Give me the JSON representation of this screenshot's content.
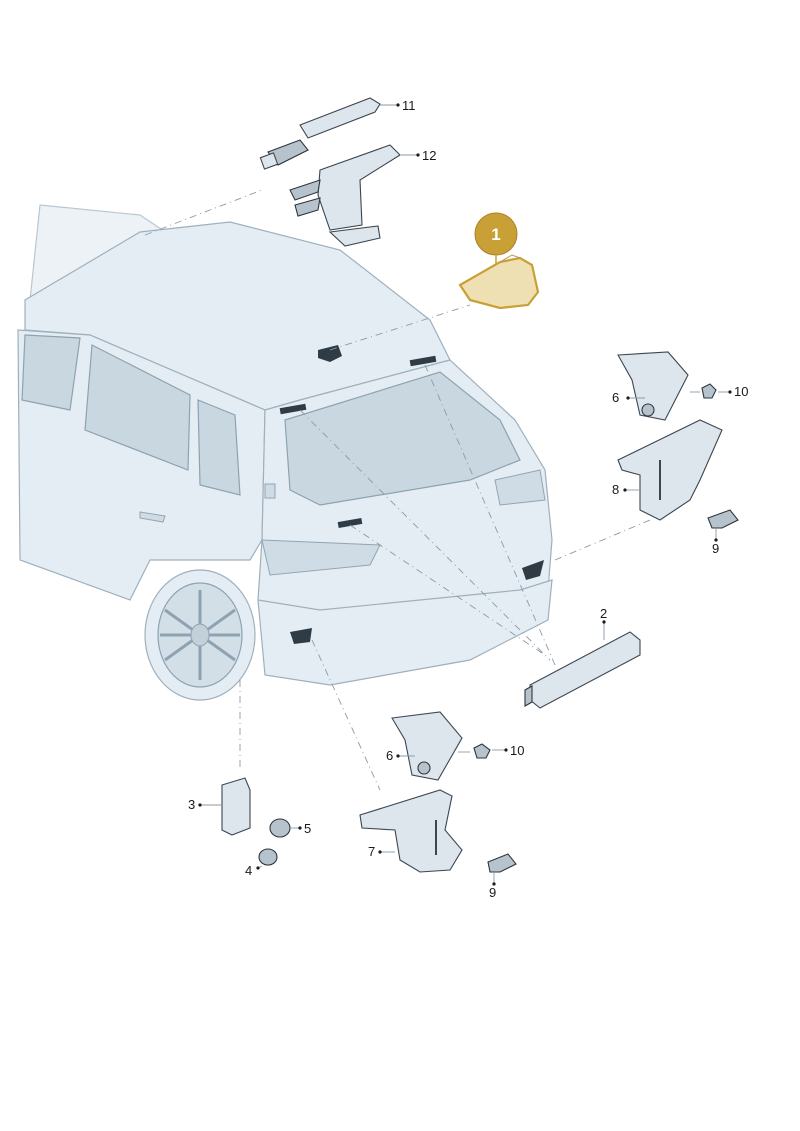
{
  "callouts": {
    "p1": "1",
    "p2": "2",
    "p3": "3",
    "p4": "4",
    "p5": "5",
    "p6a": "6",
    "p6b": "6",
    "p7": "7",
    "p8": "8",
    "p9a": "9",
    "p9b": "9",
    "p10a": "10",
    "p10b": "10",
    "p11": "11",
    "p12": "12"
  },
  "colors": {
    "highlight_badge": "#c9a035",
    "highlight_part": "#efe0b4",
    "car_body": "#e4edf3",
    "leader_line": "#8a9aa8"
  }
}
